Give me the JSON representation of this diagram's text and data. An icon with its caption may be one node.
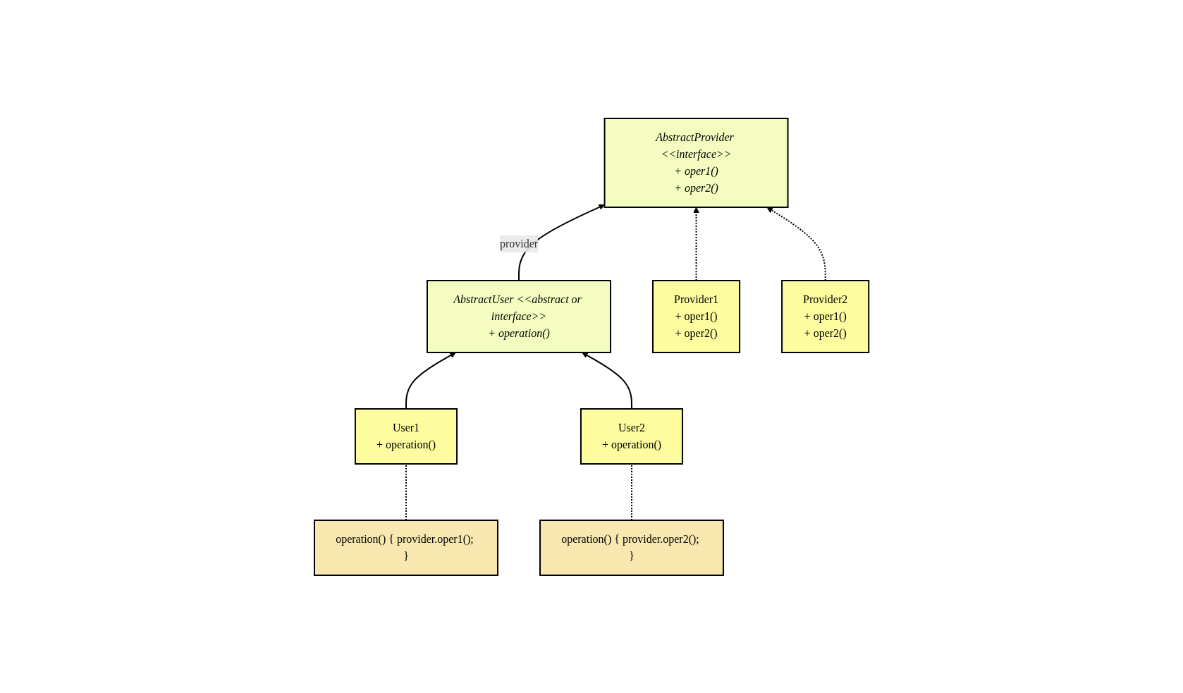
{
  "diagram": {
    "nodes": [
      {
        "text": [
          "AbstractUser <<abstract or interface>>",
          "+ operation()"
        ]
      },
      {
        "text": [
          "AbstractProvider <<interface>>",
          "+ oper1()",
          "+ oper2()"
        ]
      },
      {
        "text": [
          "User1",
          "+ operation()"
        ]
      },
      {
        "text": [
          "User2",
          "+ operation()"
        ]
      },
      {
        "text": [
          "Provider1",
          "+ oper1()",
          "+ oper2()"
        ]
      },
      {
        "text": [
          "Provider2",
          "+ oper1()",
          "+ oper2()"
        ]
      },
      {
        "text": [
          "operation() { provider.oper1(); }"
        ]
      },
      {
        "text": [
          "operation() { provider.oper2(); }"
        ]
      }
    ],
    "edges": [
      {
        "from": 0,
        "to": 1,
        "arrow": "to",
        "label": "provider"
      },
      {
        "from": 2,
        "to": 0,
        "arrow": "to"
      },
      {
        "from": 3,
        "to": 0,
        "arrow": "to"
      },
      {
        "from": 4,
        "to": 1,
        "arrow": "to",
        "style": "dashed"
      },
      {
        "from": 5,
        "to": 1,
        "arrow": "to",
        "style": "dashed"
      },
      {
        "from": 2,
        "to": 6,
        "arrow": "none",
        "style": "dashed"
      },
      {
        "from": 3,
        "to": 7,
        "arrow": "none",
        "style": "dashed"
      }
    ]
  }
}
